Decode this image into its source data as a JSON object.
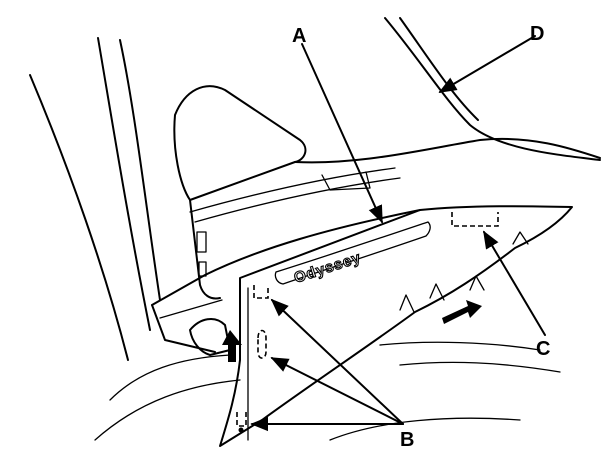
{
  "labels": {
    "a": "A",
    "b": "B",
    "c": "C",
    "d": "D"
  },
  "emblem": "Odyssey"
}
